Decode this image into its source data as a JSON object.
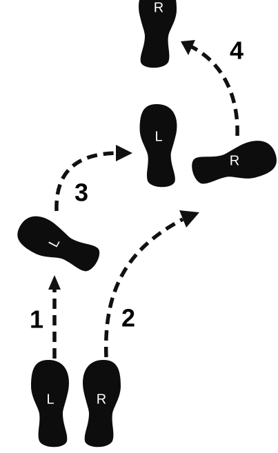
{
  "footprints": {
    "start_left": "L",
    "start_right": "R",
    "step1_left": "L",
    "step2_right": "R",
    "step3_left": "L",
    "step4_right": "R"
  },
  "steps": {
    "one": "1",
    "two": "2",
    "three": "3",
    "four": "4"
  },
  "colors": {
    "ink": "#0d0d0d",
    "background": "#ffffff",
    "footprint_letter": "#ffffff"
  }
}
